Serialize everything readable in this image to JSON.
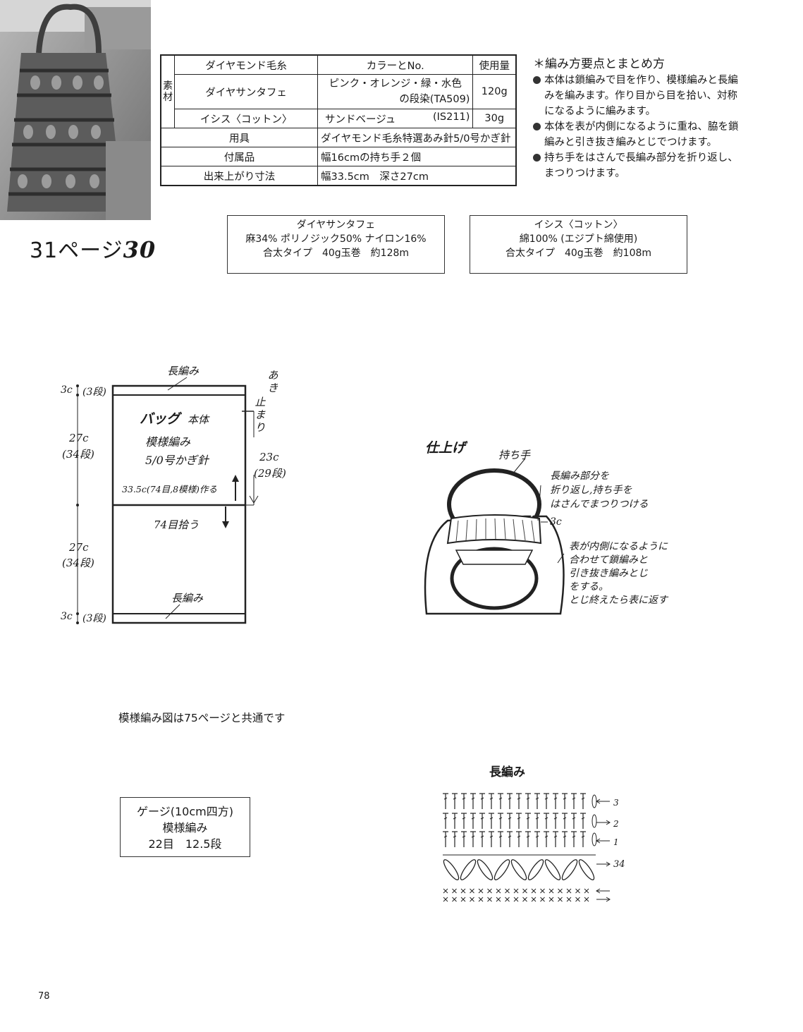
{
  "page_ref": {
    "text": "31ページ",
    "num": "30"
  },
  "table": {
    "sozai_label": "素材",
    "headers": [
      "ダイヤモンド毛糸",
      "カラーとNo.",
      "使用量"
    ],
    "rows": [
      {
        "yarn": "ダイヤサンタフェ",
        "color_l1": "ピンク・オレンジ・緑・水色",
        "color_l2": "の段染(TA509)",
        "amount": "120g"
      },
      {
        "yarn": "イシス〈コットン〉",
        "color": "サンドベージュ",
        "code": "(IS211)",
        "amount": "30g"
      }
    ],
    "tools_label": "用具",
    "tools_value": "ダイヤモンド毛糸特選あみ針5/0号かぎ針",
    "parts_label": "付属品",
    "parts_value": "幅16cmの持ち手２個",
    "size_label": "出来上がり寸法",
    "size_value": "幅33.5cm　深さ27cm"
  },
  "notes": {
    "title": "＊編み方要点とまとめ方",
    "items": [
      [
        "本体は鎖編みで目を作り、模様編みと長編",
        "みを編みます。作り目から目を拾い、対称",
        "になるように編みます。"
      ],
      [
        "本体を表が内側になるように重ね、脇を鎖",
        "編みと引き抜き編みとじでつけます。"
      ],
      [
        "持ち手をはさんで長編み部分を折り返し、",
        "まつりつけます。"
      ]
    ]
  },
  "yarn1": {
    "name": "ダイヤサンタフェ",
    "composition": "麻34%  ポリノジック50%  ナイロン16%",
    "spec": "合太タイプ　40g玉巻　約128m"
  },
  "yarn2": {
    "name": "イシス〈コットン〉",
    "composition": "綿100%  (エジプト綿使用)",
    "spec": "合太タイプ　40g玉巻　約108m"
  },
  "diagram": {
    "top_label": "長編み",
    "bottom_label": "長編み",
    "dim_top": "3c",
    "rows_top": "(3段)",
    "dim_mid_top": "27c",
    "rows_mid_top": "(34段)",
    "dim_mid_bottom": "27c",
    "rows_mid_bottom": "(34段)",
    "dim_bottom": "3c",
    "rows_bottom": "(3段)",
    "bag_title": "バッグ",
    "bag_sub": "本体",
    "pattern": "模様編み",
    "hook": "5/0号かぎ針",
    "cast_on": "33.5c(74目,8模様)作る",
    "pick_up": "74目拾う",
    "side_dim": "23c",
    "side_rows": "(29段)",
    "opening_l1": "あき",
    "opening_l2": "止まり"
  },
  "finish": {
    "title": "仕上げ",
    "handle": "持ち手",
    "note1_l1": "長編み部分を",
    "note1_l2": "折り返し,持ち手を",
    "note1_l3": "はさんでまつりつける",
    "dim": "3c",
    "note2_l1": "表が内側になるように",
    "note2_l2": "合わせて鎖編みと",
    "note2_l3": "引き抜き編みとじ",
    "note2_l4": "をする。",
    "note2_l5": "とじ終えたら表に返す"
  },
  "common_note": "模様編み図は75ページと共通です",
  "gauge": {
    "l1": "ゲージ(10cm四方)",
    "l2": "模様編み",
    "l3": "22目　12.5段"
  },
  "stitch_chart": {
    "title": "長編み",
    "rows": [
      "3",
      "2",
      "1",
      "34"
    ]
  },
  "page_number": "78"
}
